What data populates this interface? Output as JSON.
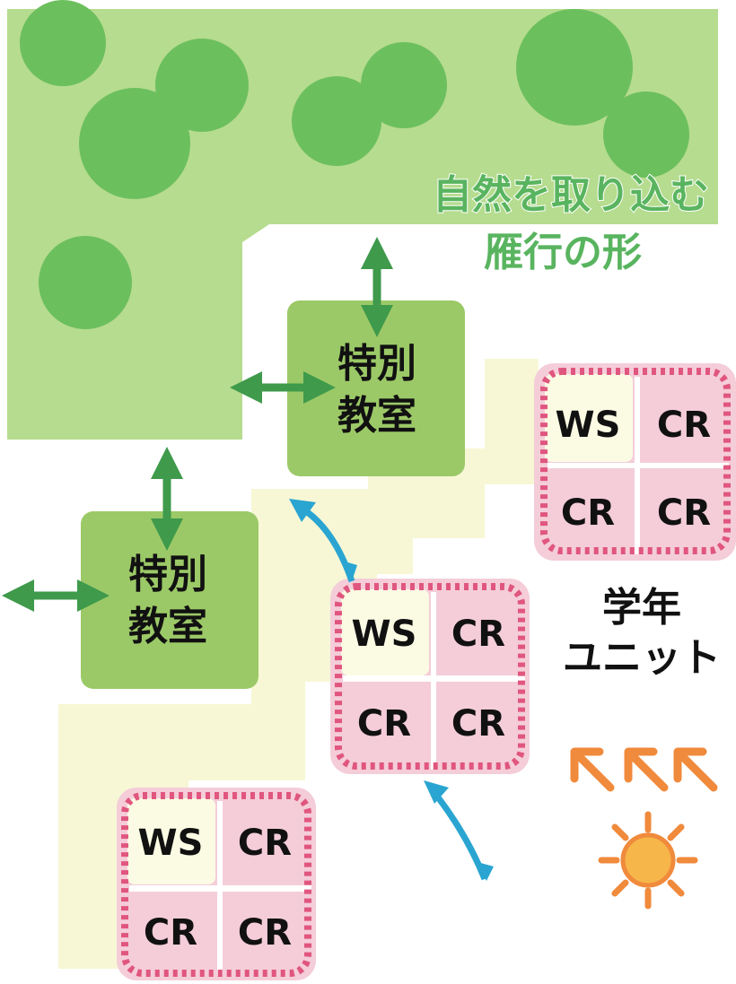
{
  "title": {
    "line1": "自然を取り込む",
    "line2": "雁行の形"
  },
  "special_rooms": [
    {
      "label_line1": "特別",
      "label_line2": "教室"
    },
    {
      "label_line1": "特別",
      "label_line2": "教室"
    }
  ],
  "grade_units": [
    {
      "cells": [
        "WS",
        "CR",
        "CR",
        "CR"
      ]
    },
    {
      "cells": [
        "WS",
        "CR",
        "CR",
        "CR"
      ]
    },
    {
      "cells": [
        "WS",
        "CR",
        "CR",
        "CR"
      ]
    }
  ],
  "unit_label": {
    "line1": "学年",
    "line2": "ユニット"
  },
  "colors": {
    "nature_green": "#b6dc8f",
    "tree_green": "#6cbf5d",
    "room_green": "#9cc967",
    "arrow_green": "#3f9a4b",
    "corridor_yellow": "#f7f7d6",
    "unit_pink": "#f4cdd9",
    "dash_pink": "#e0567e",
    "wind_blue": "#2aa5d1",
    "sun_orange": "#f08a3c",
    "sun_fill": "#f6b64a",
    "title_green": "#59b45f"
  }
}
